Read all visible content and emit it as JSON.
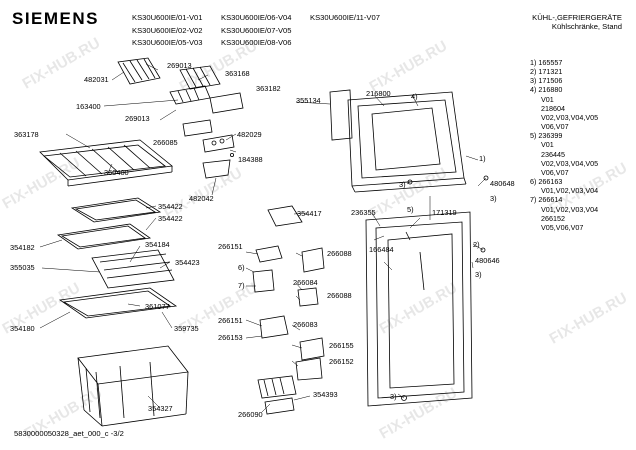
{
  "header": {
    "brand": "SIEMENS",
    "models": [
      "KS30U600IE/01-V01",
      "KS30U600IE/06-V04",
      "KS30U600IE/11-V07",
      "KS30U600IE/02-V02",
      "KS30U600IE/07-V05",
      "KS30U600IE/05-V03",
      "KS30U600IE/08-V06"
    ],
    "category_line1": "KÜHL-,GEFRIERGERÄTE",
    "category_line2": "Kühlschränke, Stand"
  },
  "watermark": "FIX-HUB.RU",
  "part_labels": {
    "p01": "269013",
    "p02": "482031",
    "p03": "363168",
    "p04": "363182",
    "p05": "163400",
    "p06": "269013",
    "p07": "363178",
    "p08": "482029",
    "p09": "266085",
    "p10": "184388",
    "p11": "360400",
    "p12": "482042",
    "p13": "354422",
    "p14": "354422",
    "p15": "354184",
    "p16": "354182",
    "p17": "355035",
    "p18": "354423",
    "p19": "361077",
    "p20": "354180",
    "p21": "359735",
    "p22": "354327",
    "p23": "355134",
    "p24": "216800",
    "p25": "4)",
    "p26": "1)",
    "p27": "3)",
    "p28": "480648",
    "p29": "3)",
    "p30": "354417",
    "p31": "236355",
    "p32": "5)",
    "p33": "171319",
    "p34": "2)",
    "p35": "166484",
    "p36": "480646",
    "p37": "3)",
    "p38": "266151",
    "p39": "6)",
    "p40": "7)",
    "p41": "266088",
    "p42": "266084",
    "p43": "266088",
    "p44": "266151",
    "p45": "266083",
    "p46": "266153",
    "p47": "266155",
    "p48": "266152",
    "p49": "354393",
    "p50": "266090",
    "p51": "3)"
  },
  "legend": [
    {
      "text": "1)  165557",
      "indent": false
    },
    {
      "text": "2)  171321",
      "indent": false
    },
    {
      "text": "3)  171506",
      "indent": false
    },
    {
      "text": "4)  216880",
      "indent": false
    },
    {
      "text": "V01",
      "indent": true
    },
    {
      "text": "218604",
      "indent": true
    },
    {
      "text": "V02,V03,V04,V05",
      "indent": true
    },
    {
      "text": "V06,V07",
      "indent": true
    },
    {
      "text": "5)  236399",
      "indent": false
    },
    {
      "text": "V01",
      "indent": true
    },
    {
      "text": "236445",
      "indent": true
    },
    {
      "text": "V02,V03,V04,V05",
      "indent": true
    },
    {
      "text": "V06,V07",
      "indent": true
    },
    {
      "text": "6)  266163",
      "indent": false
    },
    {
      "text": "V01,V02,V03,V04",
      "indent": true
    },
    {
      "text": "7)  266614",
      "indent": false
    },
    {
      "text": "V01,V02,V03,V04",
      "indent": true
    },
    {
      "text": "266152",
      "indent": true
    },
    {
      "text": "V05,V06,V07",
      "indent": true
    }
  ],
  "footer": {
    "doc_id": "5830000050328_aet_000_c",
    "page": "-3/2"
  }
}
